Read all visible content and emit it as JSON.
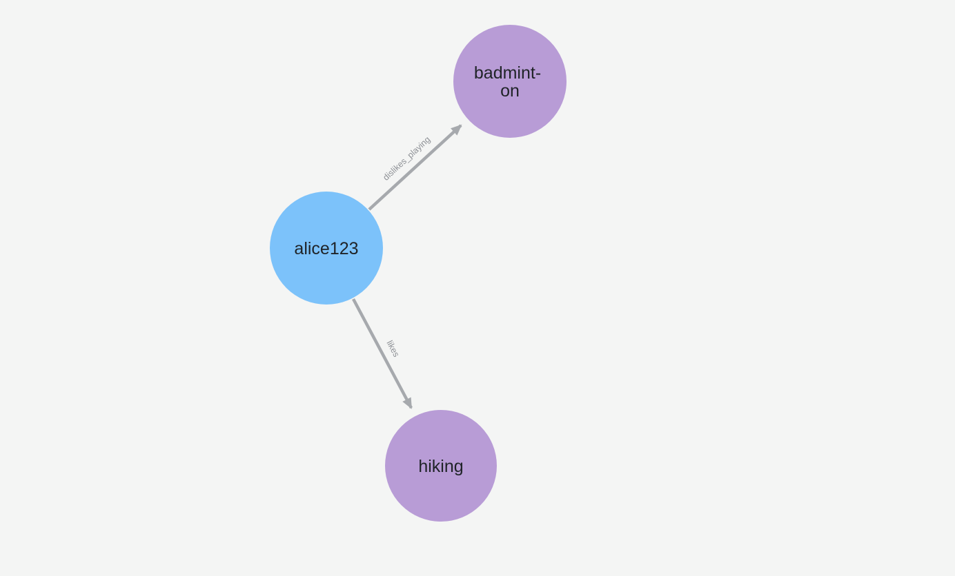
{
  "canvas": {
    "background": "#f4f5f4",
    "width": "1384",
    "height": "836"
  },
  "colors": {
    "person_node": "#7cc2fa",
    "hobby_node": "#b89cd6",
    "edge": "#a6a9ad",
    "edge_label": "#8d9095",
    "node_label": "#1f2327"
  },
  "nodes": [
    {
      "name": "alice123",
      "type": "person",
      "lines": [
        "alice123"
      ]
    },
    {
      "name": "badminton",
      "type": "hobby",
      "lines": [
        "badmint-",
        "on"
      ]
    },
    {
      "name": "hiking",
      "type": "hobby",
      "lines": [
        "hiking"
      ]
    }
  ],
  "edges": [
    {
      "from": "alice123",
      "to": "badminton",
      "label": "dislikes_playing"
    },
    {
      "from": "alice123",
      "to": "hiking",
      "label": "likes"
    }
  ]
}
